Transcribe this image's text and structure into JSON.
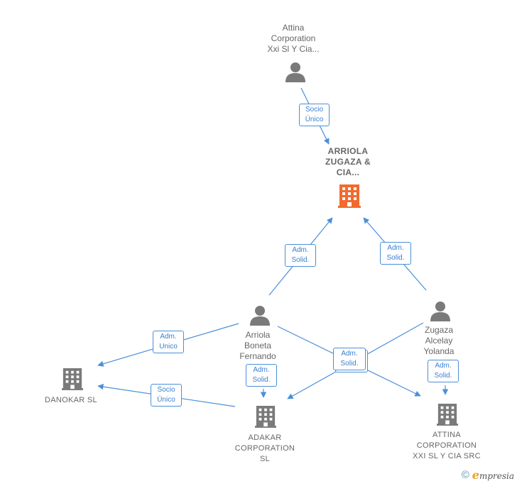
{
  "nodes": {
    "attina_top": {
      "label": "Attina\nCorporation\nXxi Sl Y Cia...",
      "type": "person"
    },
    "arriola_zugaza": {
      "label": "ARRIOLA\nZUGAZA &\nCIA...",
      "type": "company",
      "highlight": true
    },
    "arriola_boneta": {
      "label": "Arriola\nBoneta\nFernando",
      "type": "person"
    },
    "zugaza_alcelay": {
      "label": "Zugaza\nAlcelay\nYolanda",
      "type": "person"
    },
    "danokar": {
      "label": "DANOKAR  SL",
      "type": "company"
    },
    "adakar": {
      "label": "ADAKAR\nCORPORATION\nSL",
      "type": "company"
    },
    "attina_src": {
      "label": "ATTINA\nCORPORATION\nXXI SL Y CIA SRC",
      "type": "company"
    }
  },
  "edge_labels": {
    "socio_unico_top": "Socio\nÚnico",
    "adm_solid_left": "Adm.\nSolid.",
    "adm_solid_right": "Adm.\nSolid.",
    "adm_unico_danokar": "Adm.\nUnico",
    "socio_unico_danokar": "Socio\nÚnico",
    "adm_solid_adakar": "Adm.\nSolid.",
    "adm_solid_cross": "Adm.\nSolid.",
    "adm_solid_attina": "Adm.\nSolid."
  },
  "colors": {
    "edge": "#4a8fd9",
    "person_icon": "#7a7a7a",
    "company_icon": "#7a7a7a",
    "highlight_icon": "#f26a2e"
  },
  "footer": {
    "copyright": "©",
    "brand_initial": "e",
    "brand_rest": "mpresia"
  }
}
